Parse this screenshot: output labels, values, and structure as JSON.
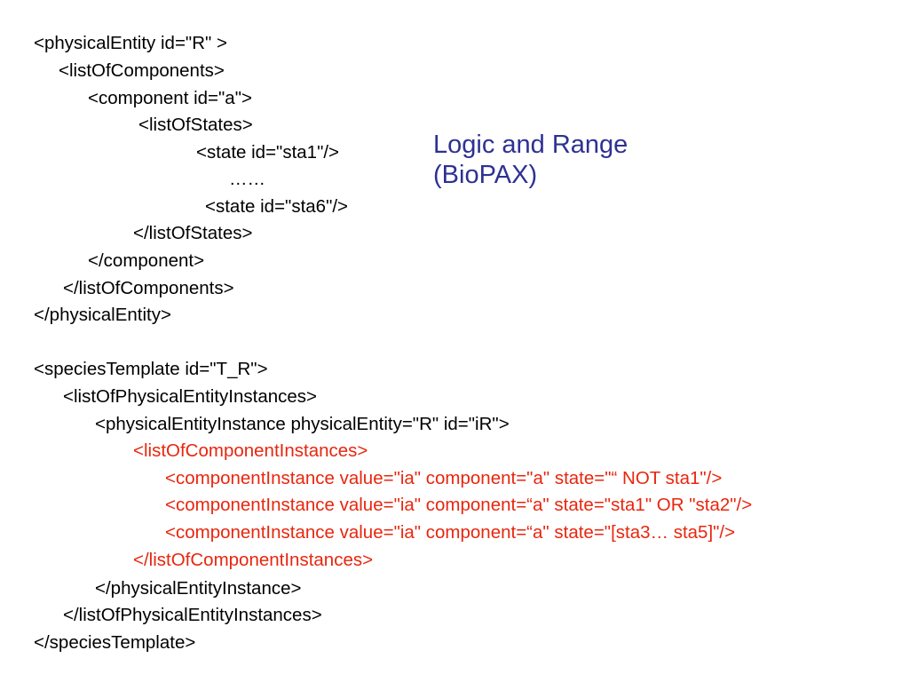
{
  "colors": {
    "background": "#ffffff",
    "text": "#000000",
    "highlight": "#e8260e",
    "title": "#2e3192"
  },
  "title": {
    "line1": "Logic and Range",
    "line2": "(BioPAX)"
  },
  "code": {
    "physical_entity": [
      "<physicalEntity id=\"R\" >",
      "<listOfComponents>",
      "<component id=\"a\">",
      "<listOfStates>",
      "<state id=\"sta1\"/>",
      "……",
      "<state id=\"sta6\"/>",
      "</listOfStates>",
      "</component>",
      "</listOfComponents>",
      "</physicalEntity>"
    ],
    "species_template": [
      "<speciesTemplate id=\"T_R\">",
      "<listOfPhysicalEntityInstances>",
      "<physicalEntityInstance physicalEntity=\"R\" id=\"iR\">",
      "<listOfComponentInstances>",
      "<componentInstance value=\"ia\" component=\"a\" state=\"“ NOT sta1\"/>",
      "<componentInstance value=\"ia\" component=“a\" state=\"sta1\" OR \"sta2\"/>",
      "<componentInstance value=\"ia\" component=“a\" state=\"[sta3… sta5]\"/>",
      "</listOfComponentInstances>",
      "</physicalEntityInstance>",
      "</listOfPhysicalEntityInstances>",
      "</speciesTemplate>"
    ]
  }
}
